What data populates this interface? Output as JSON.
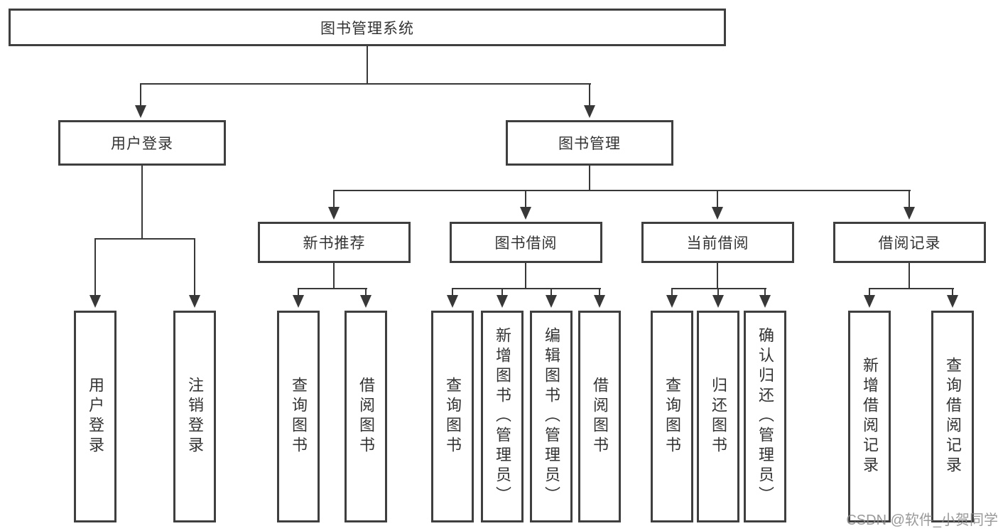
{
  "tree": {
    "root": {
      "label": "图书管理系统",
      "children": [
        {
          "label": "用户登录",
          "children": [
            {
              "label": "用户登录"
            },
            {
              "label": "注销登录"
            }
          ]
        },
        {
          "label": "图书管理",
          "children": [
            {
              "label": "新书推荐",
              "children": [
                {
                  "label": "查询图书"
                },
                {
                  "label": "借阅图书"
                }
              ]
            },
            {
              "label": "图书借阅",
              "children": [
                {
                  "label": "查询图书"
                },
                {
                  "label": "新增图书（管理员）"
                },
                {
                  "label": "编辑图书（管理员）"
                },
                {
                  "label": "借阅图书"
                }
              ]
            },
            {
              "label": "当前借阅",
              "children": [
                {
                  "label": "查询图书"
                },
                {
                  "label": "归还图书"
                },
                {
                  "label": "确认归还（管理员）"
                }
              ]
            },
            {
              "label": "借阅记录",
              "children": [
                {
                  "label": "新增借阅记录"
                },
                {
                  "label": "查询借阅记录"
                }
              ]
            }
          ]
        }
      ]
    }
  },
  "watermark": "CSDN @软件_小贺同学",
  "colors": {
    "box_border": "#3f3f3f",
    "line": "#383838",
    "text": "#333333",
    "watermark": "#878787",
    "background": "#ffffff"
  }
}
